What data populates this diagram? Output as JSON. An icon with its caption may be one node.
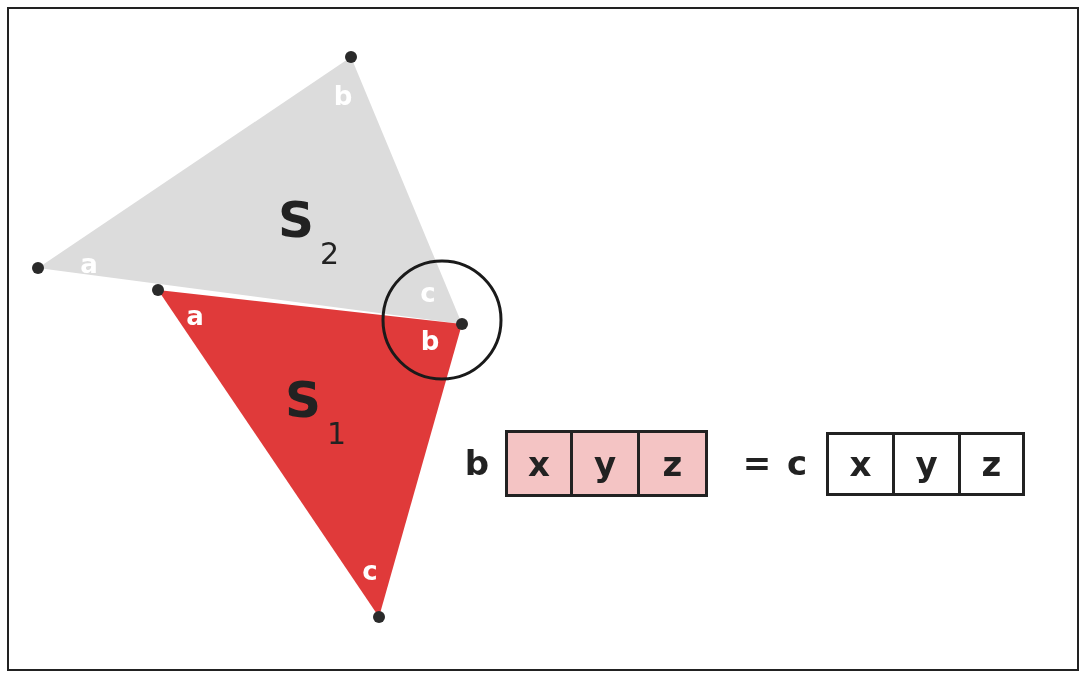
{
  "diagram": {
    "nodes": [
      {
        "text": [
          "S$_{2}$"
        ]
      },
      {
        "text": [
          "S$_{1}$"
        ]
      }
    ],
    "labels": [
      "b",
      "a",
      "c",
      "a",
      "b",
      "c",
      "b",
      "x",
      "y",
      "z",
      "=",
      "c",
      "x",
      "y",
      "z"
    ]
  }
}
